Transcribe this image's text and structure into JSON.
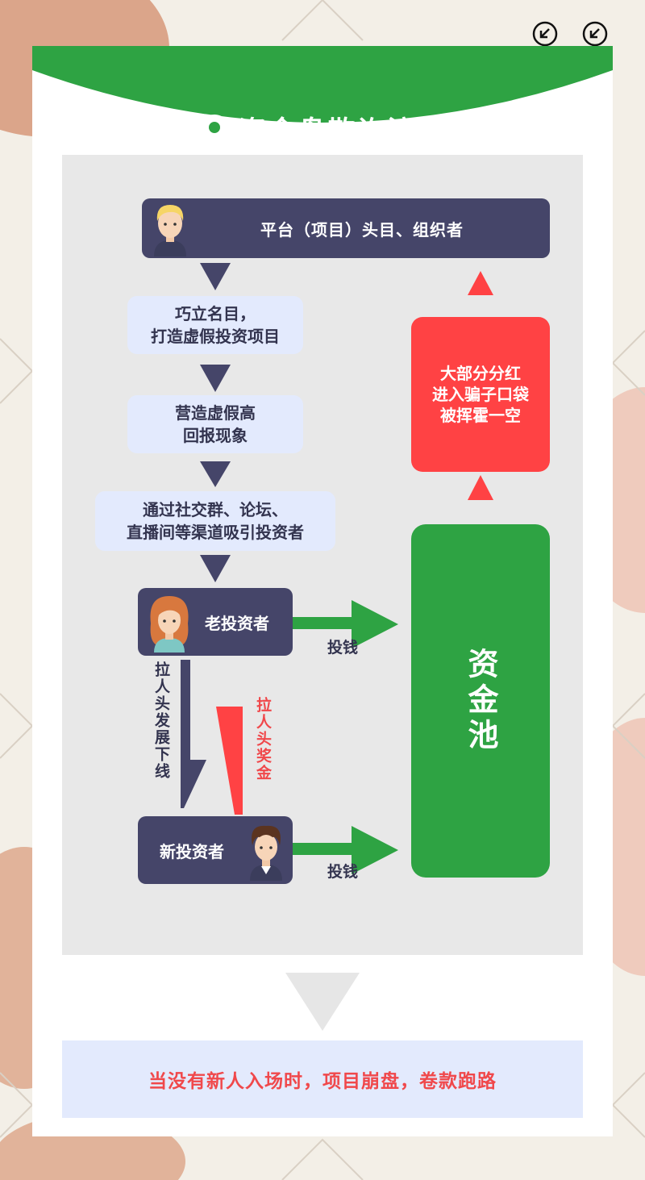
{
  "title": "资金盘欺诈流程",
  "colors": {
    "green": "#2ea343",
    "navy": "#454569",
    "red": "#ff4244",
    "light_blue": "#e3eafd",
    "panel_gray": "#e8e8e8"
  },
  "icons": {
    "title": "speech-bubble-icon",
    "top_left": "arrow-down-left-icon",
    "top_right": "arrow-down-left-icon"
  },
  "flow": {
    "leader": "平台（项目）头目、组织者",
    "step1": "巧立名目，\n打造虚假投资项目",
    "step2": "营造虚假高\n回报现象",
    "step3": "通过社交群、论坛、\n直播间等渠道吸引投资者",
    "old_investor": "老投资者",
    "new_investor": "新投资者",
    "recruit_label": "拉人头发展下线",
    "bonus_label": "拉人头奖金",
    "invest_label_1": "投钱",
    "invest_label_2": "投钱",
    "fund_pool": "资金池",
    "dividend": "大部分分红\n进入骗子口袋\n被挥霍一空"
  },
  "conclusion": "当没有新人入场时，项目崩盘，卷款跑路"
}
